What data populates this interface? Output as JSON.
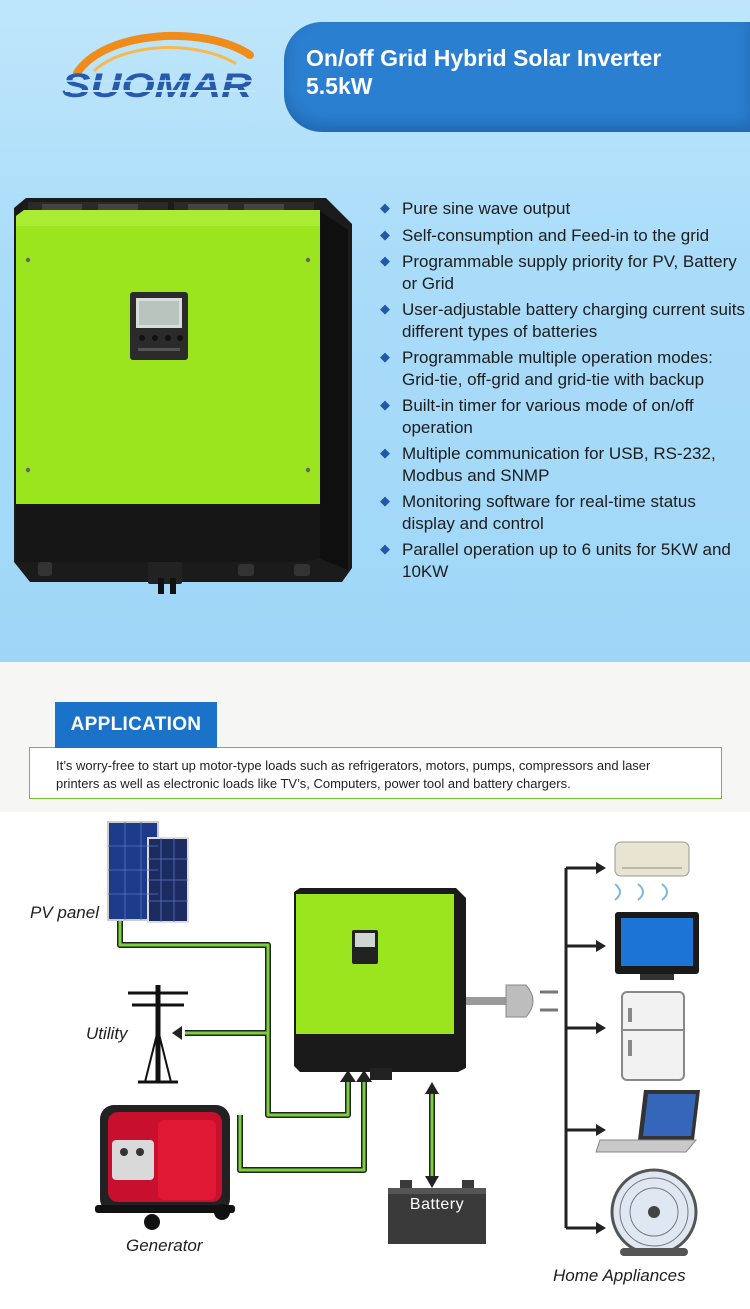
{
  "brand": {
    "logo_text": "SUOMAR"
  },
  "header": {
    "title_line1": "On/off Grid Hybrid Solar Inverter",
    "title_line2": "5.5kW"
  },
  "features": [
    "Pure sine wave output",
    "Self-consumption and Feed-in to the grid",
    "Programmable supply priority for PV, Battery or Grid",
    "User-adjustable battery charging current suits different types of batteries",
    "Programmable multiple operation modes: Grid-tie, off-grid and grid-tie with backup",
    "Built-in timer for various mode of on/off operation",
    "Multiple communication for USB, RS-232, Modbus and SNMP",
    "Monitoring software for real-time status display and control",
    "Parallel operation up to 6 units for 5KW and 10KW"
  ],
  "application": {
    "heading": "APPLICATION",
    "text_line1": "It’s worry-free to start up motor-type loads such as refrigerators, motors, pumps, compressors and laser",
    "text_line2": "printers as well as electronic loads like TV’s, Computers, power tool and battery chargers."
  },
  "diagram": {
    "pv_panel": "PV panel",
    "utility": "Utility",
    "generator": "Generator",
    "battery": "Battery",
    "home_appliances": "Home Appliances"
  },
  "colors": {
    "banner_blue": "#2b7fd0",
    "inverter_green": "#9be51f",
    "bullet_blue": "#2158a8",
    "wire_green": "#78d13a"
  }
}
